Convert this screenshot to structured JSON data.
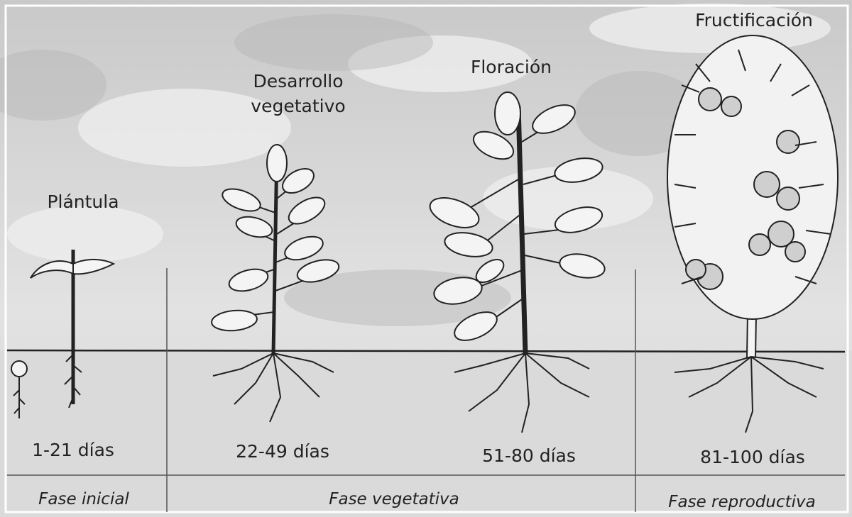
{
  "stages": [
    {
      "name": "Plántula",
      "days": "1-21 días"
    },
    {
      "name_line1": "Desarrollo",
      "name_line2": "vegetativo",
      "days": "22-49 días"
    },
    {
      "name": "Floración",
      "days": "51-80 días"
    },
    {
      "name": "Fructificación",
      "days": "81-100 días"
    }
  ],
  "phases": [
    "Fase inicial",
    "Fase vegetativa",
    "Fase reproductiva"
  ]
}
